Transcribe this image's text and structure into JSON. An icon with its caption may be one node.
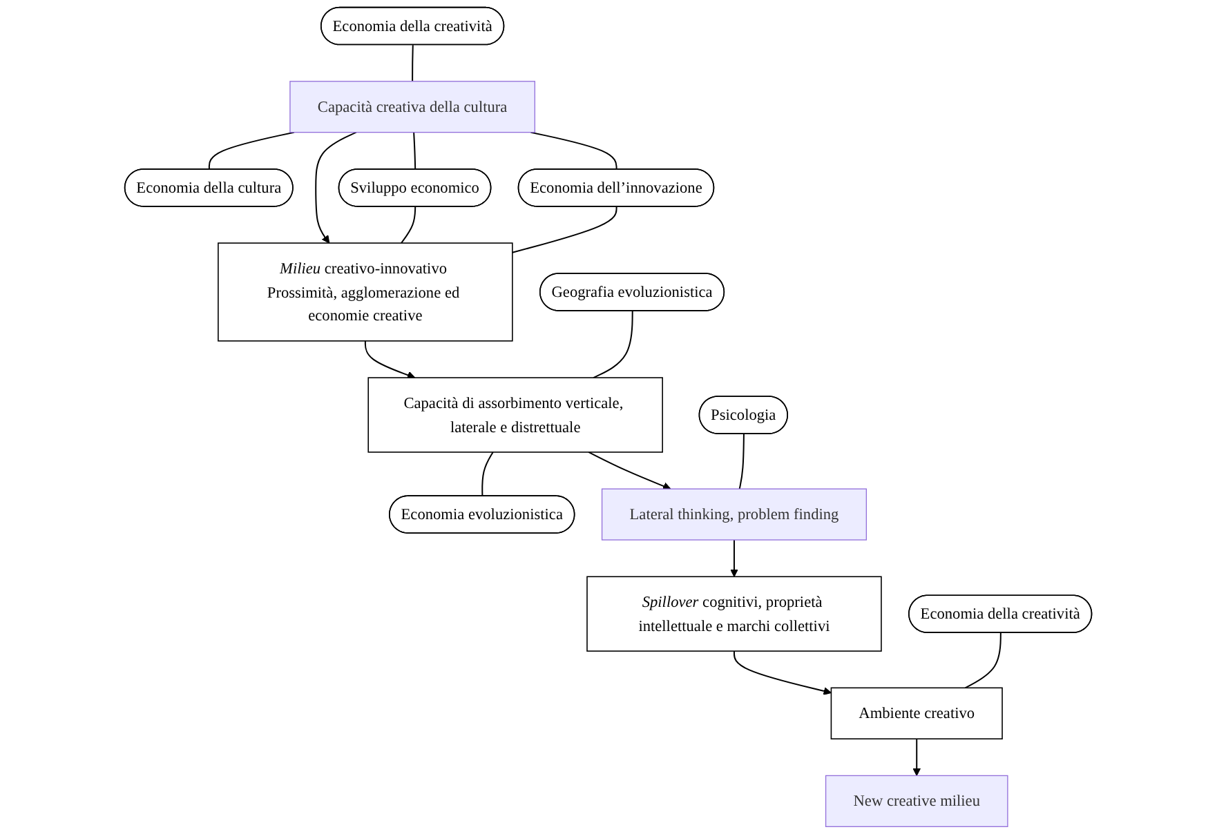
{
  "diagram": {
    "nodes": [
      {
        "text": [
          "Capacità creativa della cultura"
        ]
      },
      {
        "text": [
          "Economia della creatività"
        ]
      },
      {
        "text": [
          "Economia della cultura"
        ]
      },
      {
        "text": [
          "Sviluppo economico"
        ]
      },
      {
        "text": [
          "Economia dell’innovazione"
        ]
      },
      {
        "text": [
          "*Milieu* creativo-innovativo Prossimità, agglomerazione ed economie creative"
        ]
      },
      {
        "text": [
          "Geografia evoluzionistica"
        ]
      },
      {
        "text": [
          "Capacità di assorbimento verticale, laterale e distrettuale"
        ]
      },
      {
        "text": [
          "Economia evoluzionistica"
        ]
      },
      {
        "text": [
          "Psicologia"
        ]
      },
      {
        "text": [
          "Lateral thinking, problem finding"
        ]
      },
      {
        "text": [
          "*Spillover* cognitivi, proprietà intellettuale e marchi collettivi"
        ]
      },
      {
        "text": [
          "Economia della creatività"
        ]
      },
      {
        "text": [
          "Ambiente creativo"
        ]
      },
      {
        "text": [
          "New creative milieu"
        ]
      }
    ],
    "edges": [
      {
        "from": 1,
        "to": 0,
        "arrow": "none"
      },
      {
        "from": 0,
        "to": 2,
        "arrow": "none"
      },
      {
        "from": 0,
        "to": 5,
        "arrow": "to"
      },
      {
        "from": 0,
        "to": 3,
        "arrow": "none"
      },
      {
        "from": 0,
        "to": 4,
        "arrow": "none"
      },
      {
        "from": 3,
        "to": 5,
        "arrow": "none"
      },
      {
        "from": 4,
        "to": 5,
        "arrow": "none"
      },
      {
        "from": 5,
        "to": 7,
        "arrow": "to"
      },
      {
        "from": 6,
        "to": 7,
        "arrow": "none"
      },
      {
        "from": 7,
        "to": 8,
        "arrow": "none"
      },
      {
        "from": 7,
        "to": 10,
        "arrow": "to"
      },
      {
        "from": 9,
        "to": 10,
        "arrow": "none"
      },
      {
        "from": 10,
        "to": 11,
        "arrow": "to"
      },
      {
        "from": 11,
        "to": 13,
        "arrow": "to"
      },
      {
        "from": 12,
        "to": 13,
        "arrow": "none"
      },
      {
        "from": 13,
        "to": 14,
        "arrow": "to"
      }
    ]
  }
}
